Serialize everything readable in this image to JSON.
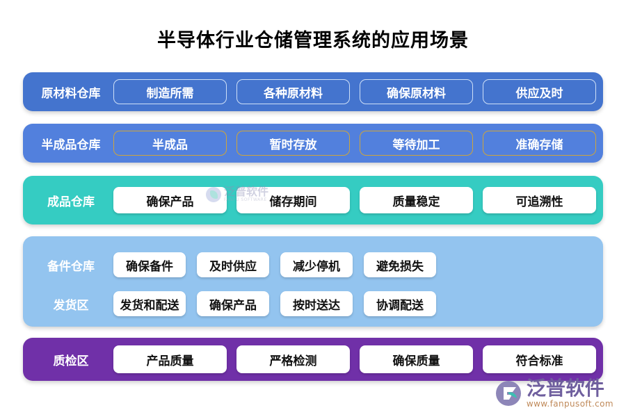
{
  "page": {
    "title": "半导体行业仓储管理系统的应用场景",
    "background": "#ffffff"
  },
  "colors": {
    "row_raw": "#4474ce",
    "row_semi": "#5280dd",
    "row_finished": "#35ccc2",
    "row_spare": "#93c4ef",
    "row_qc": "#7030a8",
    "chip_outline_light": "#cfe0f7",
    "chip_outline_gold": "#cfa53a",
    "chip_fill_white": "#ffffff",
    "title_text": "#000000"
  },
  "rows": [
    {
      "id": "raw-material-warehouse",
      "label": "原材料仓库",
      "style": "outline-light",
      "items": [
        "制造所需",
        "各种原材料",
        "确保原材料",
        "供应及时"
      ]
    },
    {
      "id": "semi-finished-warehouse",
      "label": "半成品仓库",
      "style": "outline-gold",
      "items": [
        "半成品",
        "暂时存放",
        "等待加工",
        "准确存储"
      ]
    },
    {
      "id": "finished-goods-warehouse",
      "label": "成品仓库",
      "style": "filled-white",
      "items": [
        "确保产品",
        "储存期间",
        "质量稳定",
        "可追溯性"
      ]
    },
    {
      "id": "quality-inspection-area",
      "label": "质检区",
      "style": "filled-white",
      "items": [
        "产品质量",
        "严格检测",
        "确保质量",
        "符合标准"
      ]
    }
  ],
  "spare_band": {
    "id": "spare-and-shipping",
    "subrows": [
      {
        "id": "spare-parts-warehouse",
        "label": "备件仓库",
        "items": [
          "确保备件",
          "及时供应",
          "减少停机",
          "避免损失"
        ]
      },
      {
        "id": "shipping-area",
        "label": "发货区",
        "items": [
          "发货和配送",
          "确保产品",
          "按时送达",
          "协调配送"
        ]
      }
    ]
  },
  "watermark": {
    "name": "泛普软件",
    "sub": "FANPU SOFTWARE"
  },
  "brand": {
    "name": "泛普软件",
    "url": "www.fanpusoft.com"
  }
}
